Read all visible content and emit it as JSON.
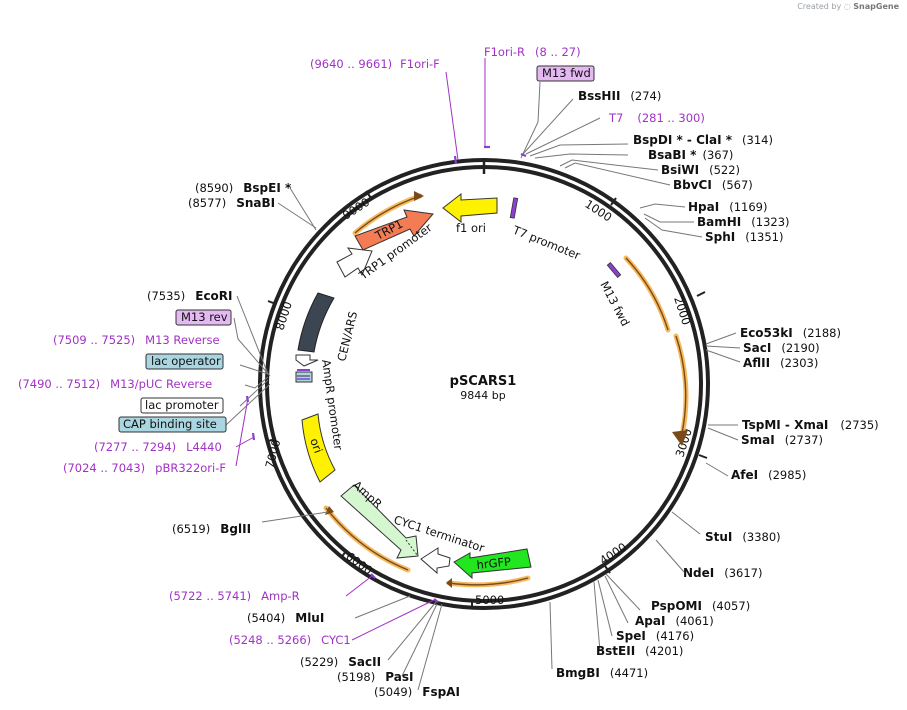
{
  "credit": {
    "prefix": "Created by",
    "brand": "SnapGene"
  },
  "plasmid": {
    "name": "pSCARS1",
    "length": "9844 bp"
  },
  "colors": {
    "backbone": "#222222",
    "primer": "#a132c4",
    "primer_box_fill": "#e4b8f2",
    "feature_box_fill": "#a9d6e0",
    "orange": "#f08a5d",
    "yellow": "#fff200",
    "green": "#22e61f",
    "light_green": "#d5f7cf",
    "slate": "#3c4652",
    "orf_trace": "#f5b95e"
  },
  "ticks": [
    "1000",
    "2000",
    "3000",
    "4000",
    "5000",
    "6000",
    "7000",
    "8000",
    "9000"
  ],
  "features": [
    {
      "label": "f1 ori"
    },
    {
      "label": "T7 promoter"
    },
    {
      "label": "M13 fwd"
    },
    {
      "label": "TRP1"
    },
    {
      "label": "TRP1 promoter"
    },
    {
      "label": "CEN/ARS"
    },
    {
      "label": "AmpR promoter"
    },
    {
      "label": "ori"
    },
    {
      "label": "AmpR"
    },
    {
      "label": "CYC1 terminator"
    },
    {
      "label": "hrGFP"
    }
  ],
  "enzymes_right": [
    {
      "name": "BssHII",
      "pos": "(274)"
    },
    {
      "name": "BspDI *  - ClaI *",
      "pos": "(314)"
    },
    {
      "name": "BsaBI *",
      "pos": "(367)"
    },
    {
      "name": "BsiWI",
      "pos": "(522)"
    },
    {
      "name": "BbvCI",
      "pos": "(567)"
    },
    {
      "name": "HpaI",
      "pos": "(1169)"
    },
    {
      "name": "BamHI",
      "pos": "(1323)"
    },
    {
      "name": "SphI",
      "pos": "(1351)"
    },
    {
      "name": "Eco53kI",
      "pos": "(2188)"
    },
    {
      "name": "SacI",
      "pos": "(2190)"
    },
    {
      "name": "AflII",
      "pos": "(2303)"
    },
    {
      "name": "TspMI  - XmaI",
      "pos": "(2735)"
    },
    {
      "name": "SmaI",
      "pos": "(2737)"
    },
    {
      "name": "AfeI",
      "pos": "(2985)"
    },
    {
      "name": "StuI",
      "pos": "(3380)"
    },
    {
      "name": "NdeI",
      "pos": "(3617)"
    },
    {
      "name": "PspOMI",
      "pos": "(4057)"
    },
    {
      "name": "ApaI",
      "pos": "(4061)"
    },
    {
      "name": "SpeI",
      "pos": "(4176)"
    },
    {
      "name": "BstEII",
      "pos": "(4201)"
    },
    {
      "name": "BmgBI",
      "pos": "(4471)"
    }
  ],
  "enzymes_left": [
    {
      "name": "FspAI",
      "pos": "(5049)"
    },
    {
      "name": "PasI",
      "pos": "(5198)"
    },
    {
      "name": "SacII",
      "pos": "(5229)"
    },
    {
      "name": "MluI",
      "pos": "(5404)"
    },
    {
      "name": "BglII",
      "pos": "(6519)"
    },
    {
      "name": "EcoRI",
      "pos": "(7535)"
    },
    {
      "name": "BspEI *",
      "pos": "(8590)"
    },
    {
      "name": "SnaBI",
      "pos": "(8577)"
    }
  ],
  "primers": {
    "f1ori_r": {
      "name": "F1ori-R",
      "range": "(8 .. 27)"
    },
    "m13_fwd": "M13 fwd",
    "t7": {
      "name": "T7",
      "range": "(281 .. 300)"
    },
    "f1ori_f": {
      "name": "F1ori-F",
      "range": "(9640 .. 9661)"
    },
    "m13_rev": "M13 rev",
    "m13_reverse": {
      "name": "M13 Reverse",
      "range": "(7509 .. 7525)"
    },
    "m13_puc": {
      "name": "M13/pUC Reverse",
      "range": "(7490 .. 7512)"
    },
    "l4440": {
      "name": "L4440",
      "range": "(7277 .. 7294)"
    },
    "pbr322": {
      "name": "pBR322ori-F",
      "range": "(7024 .. 7043)"
    },
    "amp_r": {
      "name": "Amp-R",
      "range": "(5722 .. 5741)"
    },
    "cyc1": {
      "name": "CYC1",
      "range": "(5248 .. 5266)"
    }
  },
  "boxed_features": {
    "lac_operator": "lac operator",
    "lac_promoter": "lac promoter",
    "cap_site": "CAP binding site"
  }
}
